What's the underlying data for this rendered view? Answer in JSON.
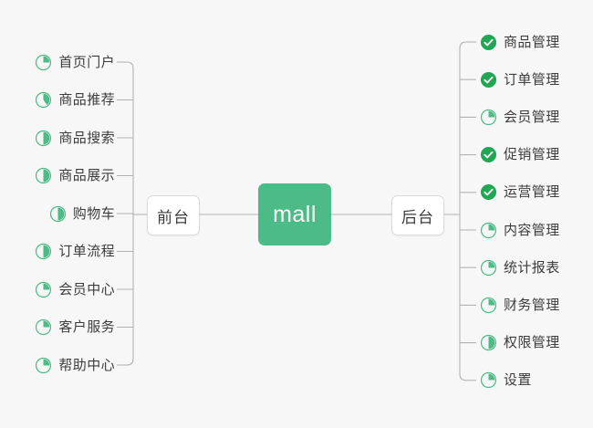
{
  "diagram": {
    "type": "mind-map",
    "title": "mall",
    "background_color": "#f7f7f7",
    "accent_color": "#4cbb87",
    "done_color": "#21a653",
    "ring_color": "#4cbb87",
    "connector_color": "#b3b3b3",
    "root": {
      "label": "mall"
    },
    "branches": [
      {
        "id": "front",
        "label": "前台",
        "side": "left",
        "children": [
          {
            "label": "首页门户",
            "icon": "pie-progress-icon",
            "progress": 25,
            "status": "in-progress"
          },
          {
            "label": "商品推荐",
            "icon": "pie-progress-icon",
            "progress": 40,
            "status": "in-progress"
          },
          {
            "label": "商品搜索",
            "icon": "pie-progress-icon",
            "progress": 50,
            "status": "in-progress"
          },
          {
            "label": "商品展示",
            "icon": "pie-progress-icon",
            "progress": 50,
            "status": "in-progress"
          },
          {
            "label": "购物车",
            "icon": "pie-progress-icon",
            "progress": 50,
            "status": "in-progress"
          },
          {
            "label": "订单流程",
            "icon": "pie-progress-icon",
            "progress": 50,
            "status": "in-progress"
          },
          {
            "label": "会员中心",
            "icon": "pie-progress-icon",
            "progress": 25,
            "status": "in-progress"
          },
          {
            "label": "客户服务",
            "icon": "pie-progress-icon",
            "progress": 25,
            "status": "in-progress"
          },
          {
            "label": "帮助中心",
            "icon": "pie-progress-icon",
            "progress": 25,
            "status": "in-progress"
          }
        ]
      },
      {
        "id": "back",
        "label": "后台",
        "side": "right",
        "children": [
          {
            "label": "商品管理",
            "icon": "check-circle-icon",
            "progress": 100,
            "status": "done"
          },
          {
            "label": "订单管理",
            "icon": "check-circle-icon",
            "progress": 100,
            "status": "done"
          },
          {
            "label": "会员管理",
            "icon": "pie-progress-icon",
            "progress": 25,
            "status": "in-progress"
          },
          {
            "label": "促销管理",
            "icon": "check-circle-icon",
            "progress": 100,
            "status": "done"
          },
          {
            "label": "运营管理",
            "icon": "check-circle-icon",
            "progress": 100,
            "status": "done"
          },
          {
            "label": "内容管理",
            "icon": "pie-progress-icon",
            "progress": 25,
            "status": "in-progress"
          },
          {
            "label": "统计报表",
            "icon": "pie-progress-icon",
            "progress": 25,
            "status": "in-progress"
          },
          {
            "label": "财务管理",
            "icon": "pie-progress-icon",
            "progress": 25,
            "status": "in-progress"
          },
          {
            "label": "权限管理",
            "icon": "pie-progress-icon",
            "progress": 50,
            "status": "in-progress"
          },
          {
            "label": "设置",
            "icon": "pie-progress-icon",
            "progress": 25,
            "status": "in-progress"
          }
        ]
      }
    ]
  }
}
